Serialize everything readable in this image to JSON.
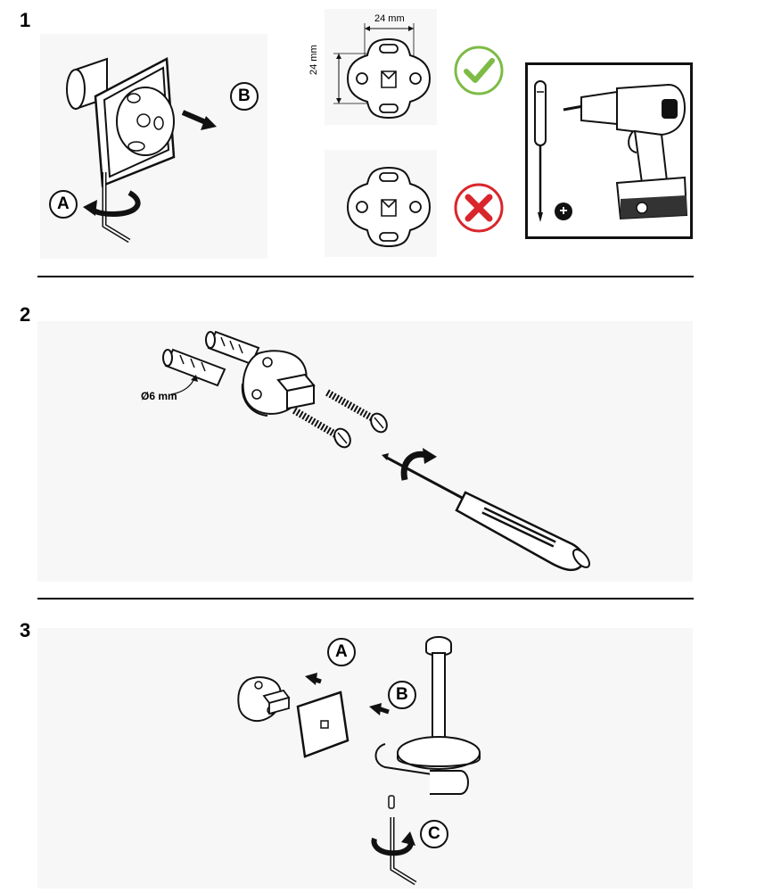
{
  "steps": [
    {
      "number": "1",
      "callouts": {
        "a": "A",
        "b": "B"
      },
      "dimensions": {
        "width": "24 mm",
        "height": "24 mm"
      },
      "marks": {
        "correct": "check-mark",
        "wrong": "cross-mark"
      },
      "tools": [
        "screwdriver",
        "drill"
      ],
      "plus": "+"
    },
    {
      "number": "2",
      "dowel_diameter": "Ø6 mm"
    },
    {
      "number": "3",
      "callouts": {
        "a": "A",
        "b": "B",
        "c": "C"
      }
    }
  ],
  "colors": {
    "check": "#7dbb45",
    "cross": "#d9262c",
    "line": "#111111",
    "panel": "#f7f7f7"
  }
}
